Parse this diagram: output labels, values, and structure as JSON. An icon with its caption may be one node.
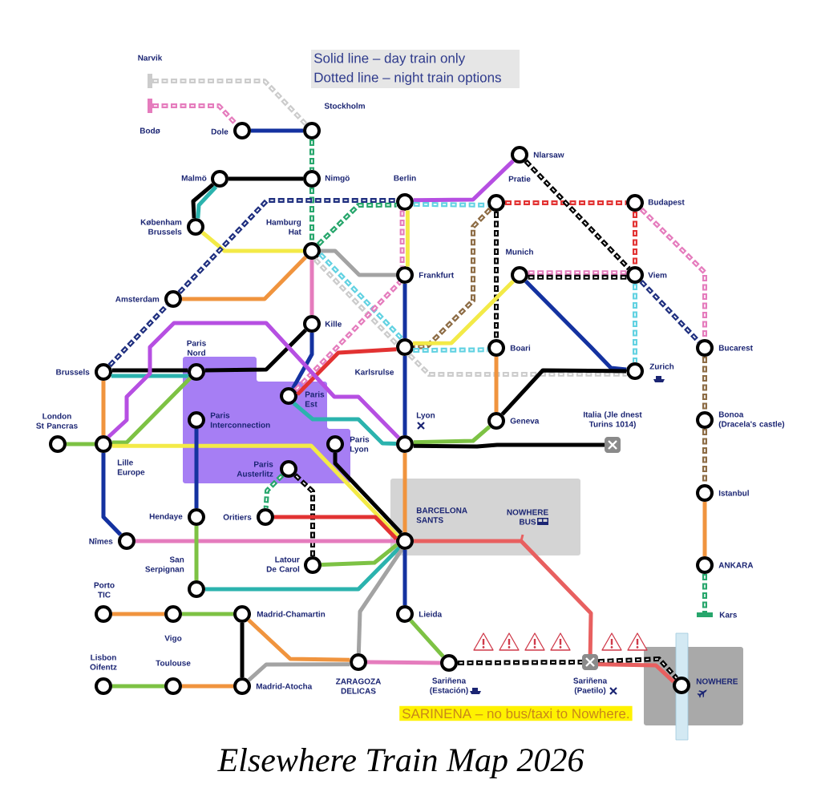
{
  "diagram": {
    "title": "Elsewhere Train Map 2026",
    "nodes": [
      {
        "text": [
          "Narvik"
        ]
      },
      {
        "text": [
          "Bodø"
        ]
      },
      {
        "text": [
          "Dole"
        ]
      },
      {
        "text": [
          "Stockholm"
        ]
      },
      {
        "text": [
          "Malmö"
        ]
      },
      {
        "text": [
          "Nimgö"
        ]
      },
      {
        "text": [
          "Nlarsaw"
        ]
      },
      {
        "text": [
          "Berlin"
        ]
      },
      {
        "text": [
          "Pratie"
        ]
      },
      {
        "text": [
          "Budapest"
        ]
      },
      {
        "text": [
          "Københam Brussels"
        ]
      },
      {
        "text": [
          "Hamburg Hat"
        ]
      },
      {
        "text": [
          "Frankfurt"
        ]
      },
      {
        "text": [
          "Munich"
        ]
      },
      {
        "text": [
          "Viem"
        ]
      },
      {
        "text": [
          "Amsterdam"
        ]
      },
      {
        "text": [
          "Kille"
        ]
      },
      {
        "text": [
          "Karlsrulse"
        ]
      },
      {
        "text": [
          "Boari"
        ]
      },
      {
        "text": [
          "Bucarest"
        ]
      },
      {
        "text": [
          "Zurich"
        ]
      },
      {
        "text": [],
        "shape": "box"
      },
      {
        "text": [
          "Paris Nord"
        ],
        "in": 21
      },
      {
        "text": [
          "Brussels"
        ]
      },
      {
        "text": [
          "Paris Est"
        ],
        "in": 21
      },
      {
        "text": [
          "Paris Interconnection"
        ],
        "in": 21
      },
      {
        "text": [
          "Geneva"
        ]
      },
      {
        "text": [
          "Italia (Jle dnest Turins 1014)"
        ]
      },
      {
        "text": [
          "Bonoa (Dracela's castle)"
        ]
      },
      {
        "text": [
          "London St Pancras"
        ]
      },
      {
        "text": [
          "Lille Europe"
        ]
      },
      {
        "text": [
          "Paris Lyon"
        ],
        "in": 21
      },
      {
        "text": [
          "Lyon"
        ]
      },
      {
        "text": [
          "Paris Austerlitz"
        ],
        "in": 21
      },
      {
        "text": [
          "NOWHERE BUS"
        ]
      },
      {
        "text": [
          "BARCELONA SANTS"
        ],
        "in": 34
      },
      {
        "text": [
          "Istanbul"
        ]
      },
      {
        "text": [
          "Hendaye"
        ]
      },
      {
        "text": [
          "Oritiers"
        ]
      },
      {
        "text": [
          "Nîmes"
        ]
      },
      {
        "text": [
          "San Serpignan"
        ]
      },
      {
        "text": [
          "Latour De Carol"
        ]
      },
      {
        "text": [
          "ANKARA"
        ]
      },
      {
        "text": [
          "Porto TIC"
        ]
      },
      {
        "text": [
          "Vigo"
        ]
      },
      {
        "text": [
          "Madrid-Chamartin"
        ]
      },
      {
        "text": [
          "Lieida"
        ]
      },
      {
        "text": [
          "Kars"
        ]
      },
      {
        "text": [
          "Lisbon Oifentz"
        ]
      },
      {
        "text": [
          "Toulouse"
        ]
      },
      {
        "text": [
          "Madrid-Atocha"
        ]
      },
      {
        "text": [
          "ZARAGOZA DELICAS"
        ]
      },
      {
        "text": [
          "Sariñena (Estación)"
        ]
      },
      {
        "text": [
          "Sariñena (Paetilo)"
        ]
      },
      {
        "text": [],
        "shape": "box"
      },
      {
        "text": [
          "NOWHERE"
        ],
        "in": 54
      }
    ],
    "edges": [
      {
        "from": 0,
        "to": 3,
        "arrow": "none",
        "style": "dashed",
        "color": "#cccccc"
      },
      {
        "from": 1,
        "to": 2,
        "arrow": "none",
        "style": "dashed",
        "color": "#e57cbd"
      },
      {
        "from": 2,
        "to": 3,
        "arrow": "none",
        "color": "#1432a0"
      },
      {
        "from": 3,
        "to": 5,
        "arrow": "none",
        "style": "dashed",
        "color": "#27a66c"
      },
      {
        "from": 4,
        "to": 5,
        "arrow": "none",
        "color": "#000000"
      },
      {
        "from": 4,
        "to": 10,
        "arrow": "none",
        "color": "#000000"
      },
      {
        "from": 4,
        "to": 10,
        "arrow": "none",
        "color": "#2bb3ae"
      },
      {
        "from": 5,
        "to": 11,
        "arrow": "none",
        "style": "dashed",
        "color": "#27a66c"
      },
      {
        "from": 7,
        "to": 6,
        "arrow": "none",
        "color": "#b64fe2"
      },
      {
        "from": 7,
        "to": 8,
        "arrow": "none",
        "style": "dashed",
        "color": "#62d2e2"
      },
      {
        "from": 8,
        "to": 9,
        "arrow": "none",
        "style": "dashed",
        "color": "#e23232"
      },
      {
        "from": 6,
        "to": 14,
        "arrow": "none",
        "style": "dashed",
        "color": "#000000"
      },
      {
        "from": 10,
        "to": 11,
        "arrow": "none",
        "color": "#f3ea47"
      },
      {
        "from": 11,
        "to": 7,
        "arrow": "none",
        "style": "dashed",
        "color": "#27a66c"
      },
      {
        "from": 15,
        "to": 7,
        "arrow": "none",
        "style": "dashed",
        "color": "#1f2f7f"
      },
      {
        "from": 11,
        "to": 12,
        "arrow": "none",
        "color": "#a3a3a3"
      },
      {
        "from": 7,
        "to": 12,
        "arrow": "none",
        "style": "dashed",
        "color": "#e57cbd"
      },
      {
        "from": 7,
        "to": 12,
        "arrow": "none",
        "color": "#f3ea47"
      },
      {
        "from": 9,
        "to": 14,
        "arrow": "none",
        "style": "dashed",
        "color": "#e23232"
      },
      {
        "from": 9,
        "to": 19,
        "arrow": "none",
        "style": "dashed",
        "color": "#e57cbd"
      },
      {
        "from": 8,
        "to": 18,
        "arrow": "none",
        "style": "dashed",
        "color": "#000000"
      },
      {
        "from": 8,
        "to": 17,
        "arrow": "none",
        "style": "dashed",
        "color": "#8d6c45"
      },
      {
        "from": 13,
        "to": 14,
        "arrow": "none",
        "style": "dashed",
        "color": "#e57cbd"
      },
      {
        "from": 13,
        "to": 14,
        "arrow": "none",
        "style": "dashed",
        "color": "#000000"
      },
      {
        "from": 13,
        "to": 20,
        "arrow": "none",
        "color": "#1432a0"
      },
      {
        "from": 13,
        "to": 17,
        "arrow": "none",
        "color": "#f3ea47"
      },
      {
        "from": 15,
        "to": 11,
        "arrow": "none",
        "color": "#f0943e"
      },
      {
        "from": 23,
        "to": 15,
        "arrow": "none",
        "style": "dashed",
        "color": "#1f2f7f"
      },
      {
        "from": 11,
        "to": 16,
        "arrow": "none",
        "color": "#e57cbd"
      },
      {
        "from": 11,
        "to": 17,
        "arrow": "none",
        "style": "dashed",
        "color": "#62d2e2"
      },
      {
        "from": 11,
        "to": 17,
        "arrow": "none",
        "style": "dashed",
        "color": "#cccccc"
      },
      {
        "from": 12,
        "to": 17,
        "arrow": "none",
        "color": "#1432a0"
      },
      {
        "from": 14,
        "to": 19,
        "arrow": "none",
        "style": "dashed",
        "color": "#1f2f7f"
      },
      {
        "from": 14,
        "to": 20,
        "arrow": "none",
        "style": "dashed",
        "color": "#62d2e2"
      },
      {
        "from": 17,
        "to": 18,
        "arrow": "none",
        "style": "dashed",
        "color": "#62d2e2"
      },
      {
        "from": 17,
        "to": 20,
        "arrow": "none",
        "style": "dashed",
        "color": "#cccccc"
      },
      {
        "from": 18,
        "to": 26,
        "arrow": "none",
        "color": "#f0943e"
      },
      {
        "from": 26,
        "to": 20,
        "arrow": "none",
        "color": "#000000"
      },
      {
        "from": 16,
        "to": 22,
        "arrow": "none",
        "color": "#000000"
      },
      {
        "from": 22,
        "to": 23,
        "arrow": "none",
        "color": "#000000"
      },
      {
        "from": 23,
        "to": 22,
        "arrow": "none",
        "color": "#2bb3ae"
      },
      {
        "from": 16,
        "to": 24,
        "arrow": "none",
        "color": "#1432a0"
      },
      {
        "from": 24,
        "to": 17,
        "arrow": "none",
        "color": "#e23232"
      },
      {
        "from": 24,
        "to": 12,
        "arrow": "none",
        "style": "dashed",
        "color": "#e57cbd"
      },
      {
        "from": 19,
        "to": 28,
        "arrow": "none",
        "style": "dashed",
        "color": "#8d6c45"
      },
      {
        "from": 23,
        "to": 30,
        "arrow": "none",
        "color": "#f0943e"
      },
      {
        "from": 29,
        "to": 30,
        "arrow": "none",
        "color": "#7dc244"
      },
      {
        "from": 30,
        "to": 22,
        "arrow": "none",
        "color": "#7dc244"
      },
      {
        "from": 30,
        "to": 32,
        "arrow": "none",
        "color": "#b64fe2"
      },
      {
        "from": 30,
        "to": 35,
        "arrow": "none",
        "color": "#f3ea47"
      },
      {
        "from": 24,
        "to": 32,
        "arrow": "none",
        "color": "#2bb3ae"
      },
      {
        "from": 25,
        "to": 37,
        "arrow": "none",
        "color": "#1432a0"
      },
      {
        "from": 17,
        "to": 32,
        "arrow": "none",
        "color": "#1432a0"
      },
      {
        "from": 32,
        "to": 26,
        "arrow": "none",
        "color": "#7dc244"
      },
      {
        "from": 32,
        "to": 27,
        "arrow": "none",
        "color": "#000000"
      },
      {
        "from": 31,
        "to": 35,
        "arrow": "none",
        "color": "#000000"
      },
      {
        "from": 32,
        "to": 35,
        "arrow": "none",
        "color": "#f0943e"
      },
      {
        "from": 28,
        "to": 36,
        "arrow": "none",
        "style": "dashed",
        "color": "#8d6c45"
      },
      {
        "from": 33,
        "to": 38,
        "arrow": "none",
        "style": "dashed",
        "color": "#27a66c"
      },
      {
        "from": 33,
        "to": 41,
        "arrow": "none",
        "style": "dashed",
        "color": "#000000"
      },
      {
        "from": 30,
        "to": 39,
        "arrow": "none",
        "color": "#1432a0"
      },
      {
        "from": 39,
        "to": 35,
        "arrow": "none",
        "color": "#e57cbd"
      },
      {
        "from": 38,
        "to": 35,
        "arrow": "none",
        "color": "#e23232"
      },
      {
        "from": 37,
        "to": 40,
        "arrow": "none",
        "color": "#7dc244"
      },
      {
        "from": 41,
        "to": 35,
        "arrow": "none",
        "color": "#7dc244"
      },
      {
        "from": 40,
        "to": 35,
        "arrow": "none",
        "color": "#2bb3ae"
      },
      {
        "from": 36,
        "to": 42,
        "arrow": "none",
        "color": "#f0943e"
      },
      {
        "from": 42,
        "to": 47,
        "arrow": "none",
        "style": "dashed",
        "color": "#27a66c"
      },
      {
        "from": 35,
        "to": 51,
        "arrow": "none",
        "color": "#a3a3a3"
      },
      {
        "from": 35,
        "to": 46,
        "arrow": "none",
        "color": "#1432a0"
      },
      {
        "from": 35,
        "to": 53,
        "arrow": "none",
        "color": "#e86060"
      },
      {
        "from": 43,
        "to": 44,
        "arrow": "none",
        "color": "#f0943e"
      },
      {
        "from": 44,
        "to": 45,
        "arrow": "none",
        "color": "#7dc244"
      },
      {
        "from": 45,
        "to": 50,
        "arrow": "none",
        "color": "#000000"
      },
      {
        "from": 45,
        "to": 51,
        "arrow": "none",
        "color": "#f0943e"
      },
      {
        "from": 50,
        "to": 51,
        "arrow": "none",
        "color": "#a3a3a3"
      },
      {
        "from": 48,
        "to": 49,
        "arrow": "none",
        "color": "#7dc244"
      },
      {
        "from": 49,
        "to": 50,
        "arrow": "none",
        "color": "#f0943e"
      },
      {
        "from": 51,
        "to": 52,
        "arrow": "none",
        "color": "#e57cbd"
      },
      {
        "from": 46,
        "to": 52,
        "arrow": "none",
        "color": "#7dc244"
      },
      {
        "from": 52,
        "to": 53,
        "arrow": "none",
        "style": "dashed",
        "color": "#000000"
      },
      {
        "from": 53,
        "to": 55,
        "arrow": "none",
        "style": "dashed",
        "color": "#000000"
      },
      {
        "from": 53,
        "to": 55,
        "arrow": "none",
        "color": "#e86060"
      }
    ],
    "labels": [
      "Solid line – day train only",
      "Dotted line – night train options",
      "SARINENA – no bus/taxi to Nowhere."
    ]
  }
}
